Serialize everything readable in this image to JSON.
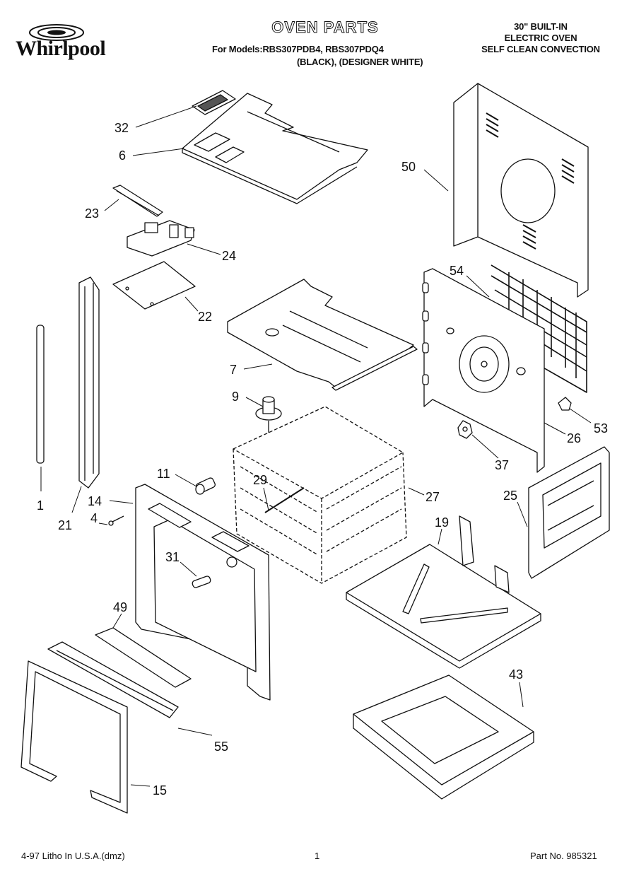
{
  "header": {
    "logo_text": "Whirlpool",
    "title": "OVEN PARTS",
    "models_line1": "For Models:RBS307PDB4, RBS307PDQ4",
    "models_line2": "(BLACK), (DESIGNER WHITE)",
    "product_line1": "30\" BUILT-IN",
    "product_line2": "ELECTRIC OVEN",
    "product_line3": "SELF CLEAN CONVECTION"
  },
  "callouts": [
    "32",
    "6",
    "50",
    "23",
    "24",
    "22",
    "54",
    "7",
    "9",
    "53",
    "26",
    "37",
    "11",
    "29",
    "27",
    "25",
    "14",
    "1",
    "21",
    "4",
    "31",
    "19",
    "49",
    "43",
    "55",
    "15"
  ],
  "footer": {
    "litho": "4-97 Litho In U.S.A.(dmz)",
    "page": "1",
    "part_no": "Part No. 985321"
  }
}
